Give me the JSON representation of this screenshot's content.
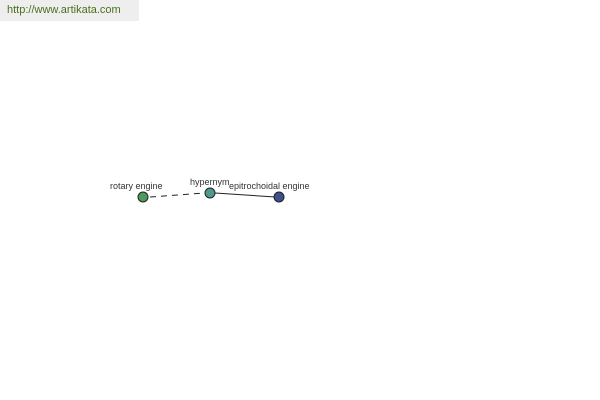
{
  "site": {
    "link_text": "http://www.artikata.com"
  },
  "graph": {
    "nodes": {
      "source": {
        "label": "rotary engine",
        "color": "#4f9a5a"
      },
      "relation": {
        "label": "hypernym",
        "color": "#4f9a8e"
      },
      "target": {
        "label": "epitrochoidal engine",
        "color": "#3f4f8e"
      }
    },
    "edge_colors": {
      "line": "#222222",
      "node_stroke": "#222222"
    }
  }
}
